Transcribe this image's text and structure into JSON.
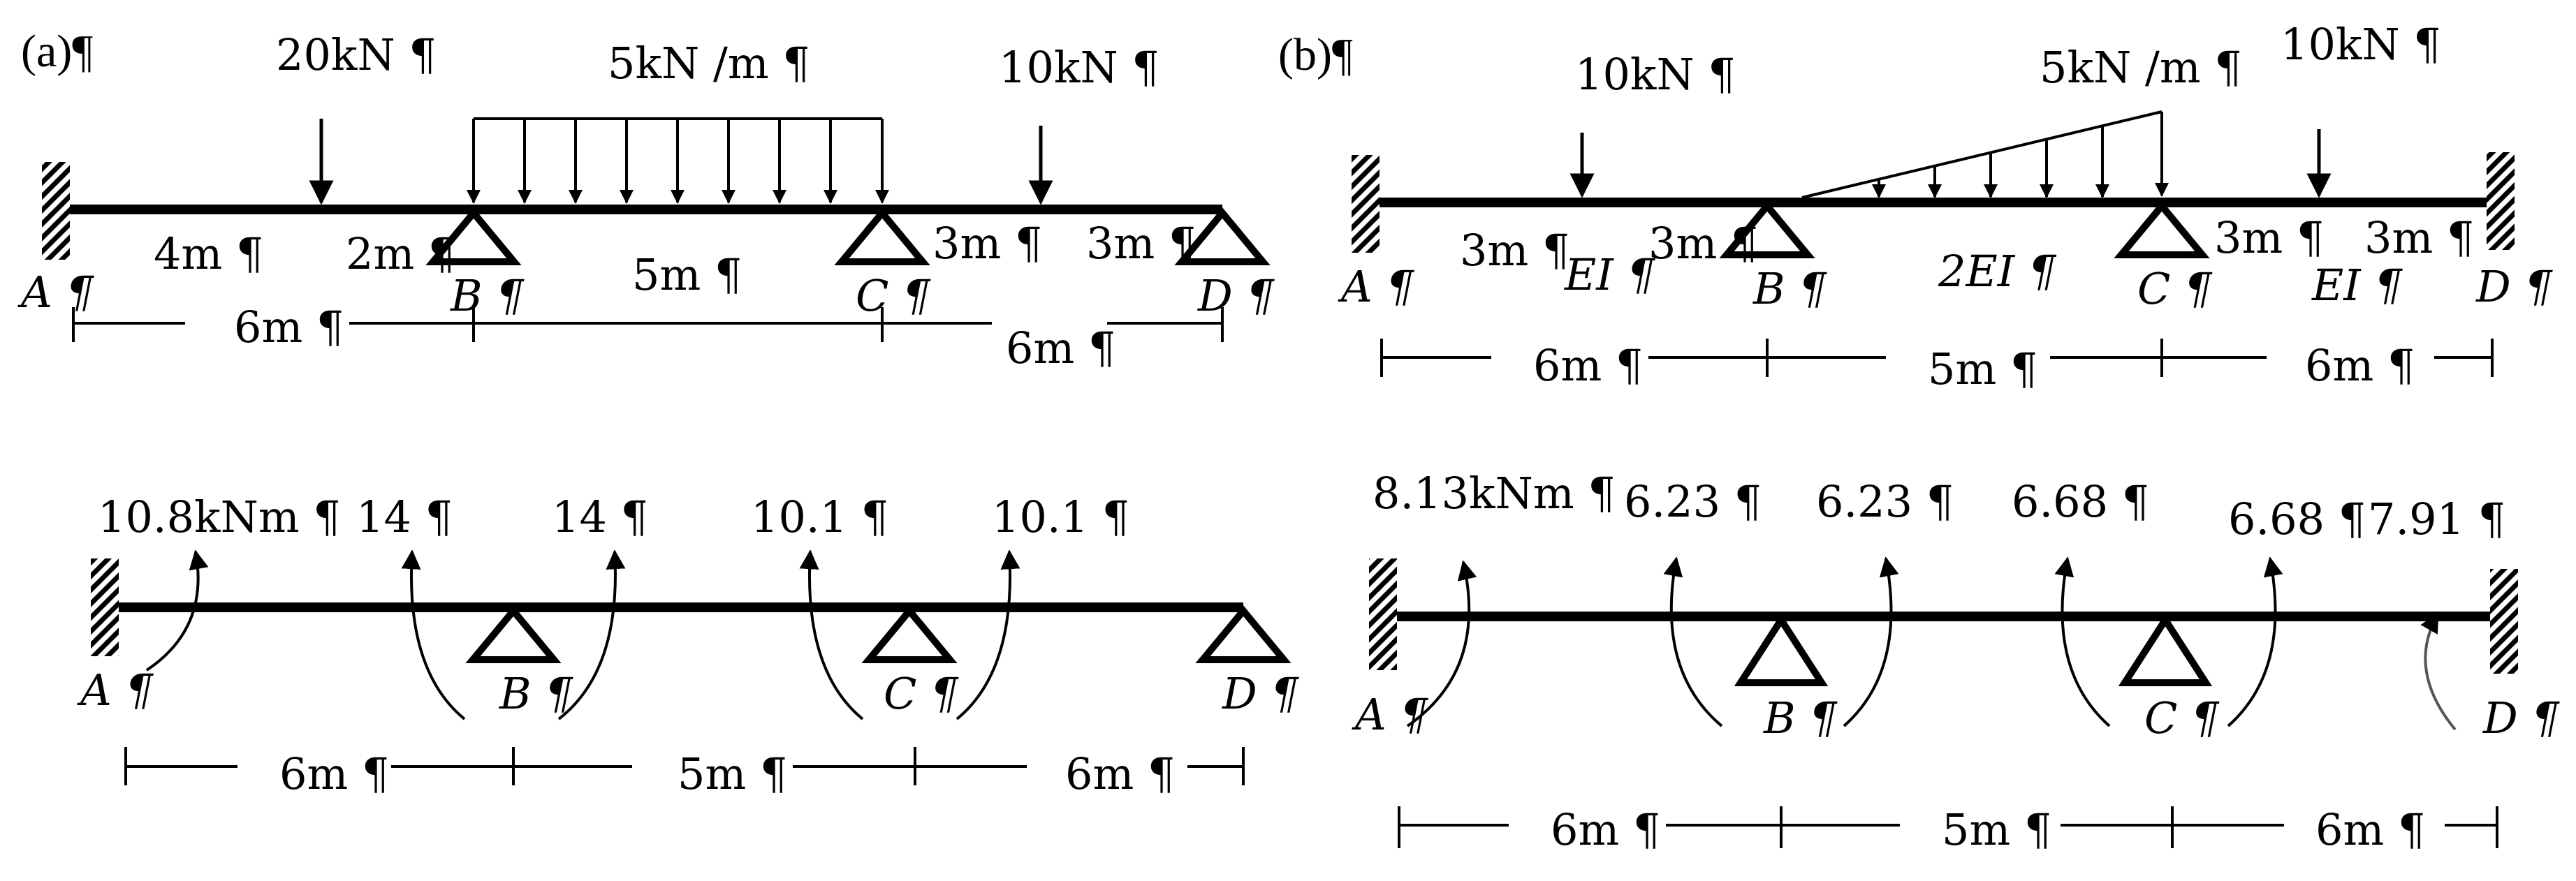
{
  "panel_a": {
    "tag": "(a)¶",
    "loads": {
      "point_1": "20kN ¶",
      "distributed": "5kN /m ¶",
      "point_2": "10kN ¶"
    },
    "segments": {
      "s1": "4m ¶",
      "s2": "2m ¶",
      "s3": "5m ¶",
      "s4": "3m ¶",
      "s5": "3m ¶"
    },
    "nodes": {
      "A": "A ¶",
      "B": "B ¶",
      "C": "C ¶",
      "D": "D ¶"
    },
    "dims": {
      "d1": "6m ¶",
      "d2": "6m ¶"
    }
  },
  "panel_a_moments": {
    "values": {
      "m1": "10.8kNm ¶",
      "m2": "14 ¶",
      "m3": "14 ¶",
      "m4": "10.1 ¶",
      "m5": "10.1 ¶"
    },
    "nodes": {
      "A": "A ¶",
      "B": "B ¶",
      "C": "C ¶",
      "D": "D ¶"
    },
    "dims": {
      "d1": "6m ¶",
      "d2": "5m ¶",
      "d3": "6m ¶"
    }
  },
  "panel_b": {
    "tag": "(b)¶",
    "loads": {
      "point_1": "10kN ¶",
      "distributed": "5kN /m ¶",
      "point_2": "10kN ¶"
    },
    "segments": {
      "s1": "3m ¶",
      "s2": "3m ¶",
      "s3": "3m ¶",
      "s4": "3m ¶"
    },
    "stiffness": {
      "ab": "EI ¶",
      "bc": "2EI ¶",
      "cd": "EI ¶"
    },
    "nodes": {
      "A": "A ¶",
      "B": "B ¶",
      "C": "C ¶",
      "D": "D ¶"
    },
    "dims": {
      "d1": "6m ¶",
      "d2": "5m ¶",
      "d3": "6m ¶"
    }
  },
  "panel_b_moments": {
    "values": {
      "m1": "8.13kNm ¶",
      "m2": "6.23 ¶",
      "m3": "6.23 ¶",
      "m4": "6.68 ¶",
      "m5": "6.68 ¶",
      "m6": "7.91 ¶"
    },
    "nodes": {
      "A": "A ¶",
      "B": "B ¶",
      "C": "C ¶",
      "D": "D ¶"
    },
    "dims": {
      "d1": "6m ¶",
      "d2": "5m ¶",
      "d3": "6m ¶"
    }
  }
}
